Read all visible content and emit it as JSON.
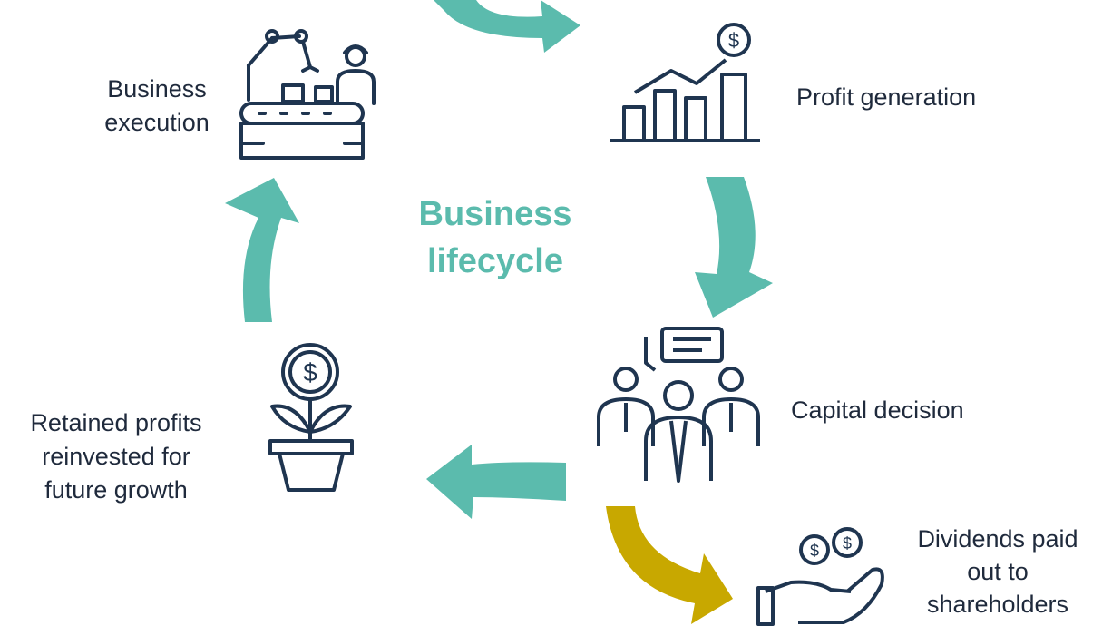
{
  "center": {
    "line1": "Business",
    "line2": "lifecycle"
  },
  "nodes": {
    "execution": {
      "lines": [
        "Business",
        "execution"
      ],
      "icon": "factory-worker-conveyor-icon"
    },
    "profit": {
      "lines": [
        "Profit generation"
      ],
      "icon": "bar-chart-dollar-icon"
    },
    "capital": {
      "lines": [
        "Capital decision"
      ],
      "icon": "meeting-people-icon"
    },
    "retained": {
      "lines": [
        "Retained profits",
        "reinvested for",
        "future growth"
      ],
      "icon": "money-plant-icon"
    },
    "dividends": {
      "lines": [
        "Dividends paid",
        "out to",
        "shareholders"
      ],
      "icon": "hand-coins-icon"
    }
  },
  "colors": {
    "cycle": "#5bbbad",
    "dividend": "#c8a800",
    "text": "#1f2a3c",
    "icon": "#1f3550"
  }
}
